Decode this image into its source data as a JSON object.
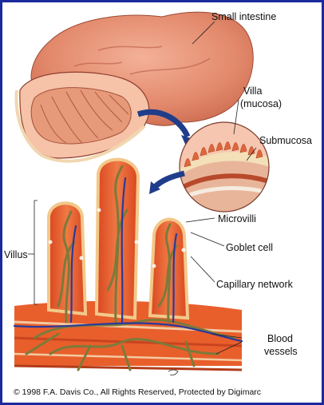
{
  "labels": {
    "small_intestine": "Small intestine",
    "villa": "Villa",
    "mucosa": "(mucosa)",
    "submucosa": "Submucosa",
    "microvilli": "Microvilli",
    "goblet_cell": "Goblet cell",
    "capillary_network": "Capillary network",
    "villus": "Villus",
    "blood": "Blood",
    "vessels": "vessels"
  },
  "copyright": "© 1998 F.A. Davis Co.,  All Rights Reserved, Protected by Digimarc",
  "colors": {
    "frame": "#1a2a9c",
    "intestine": "#e0876a",
    "villus_fill": "#e85a2a",
    "villus_edge": "#f2c98a",
    "capillary": "#7d7a3a",
    "vein": "#2a3a9a",
    "arrow": "#1f3d8a"
  }
}
